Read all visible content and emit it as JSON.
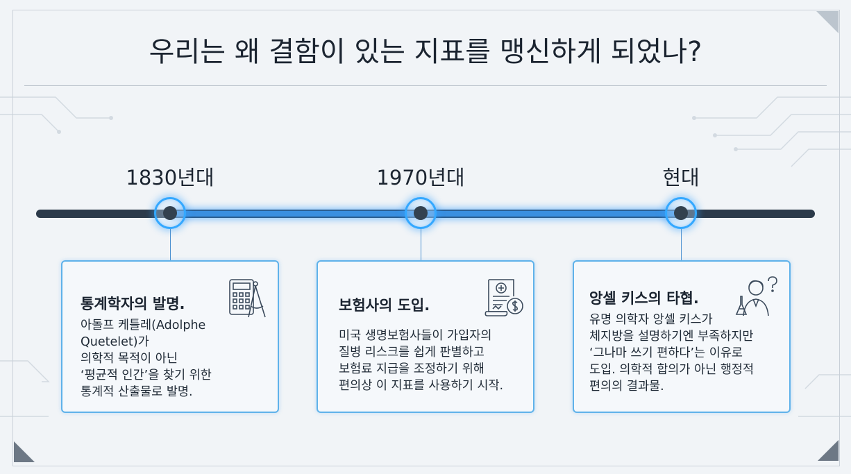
{
  "title": "우리는 왜 결함이 있는 지표를 맹신하게 되었나?",
  "timeline": [
    {
      "era": "1830년대",
      "heading": "통계학자의 발명.",
      "body": "아돌프 케틀레(Adolphe\n            Quetelet)가\n의학적 목적이 아닌\n‘평균적 인간’을 찾기 위한\n통계적 산출물로 발명.",
      "icon": "calculator-compass-icon"
    },
    {
      "era": "1970년대",
      "heading": "보험사의 도입.",
      "body": "미국 생명보험사들이 가입자의\n질병 리스크를 쉽게 판별하고\n보험료 지급을 조정하기 위해\n편의상 이 지표를 사용하기 시작.",
      "icon": "insurance-document-icon"
    },
    {
      "era": "현대",
      "heading": "앙셀 키스의 타협.",
      "body": "유명 의학자 앙셀 키스가\n체지방을 설명하기엔 부족하지만\n‘그나마 쓰기 편하다’는 이유로\n도입. 의학적 합의가 아닌 행정적\n편의의 결과물.",
      "icon": "scientist-question-icon"
    }
  ],
  "colors": {
    "accent": "#34a8ff",
    "timeline": "#2c3a4a",
    "card_border": "#5fb2ea"
  }
}
